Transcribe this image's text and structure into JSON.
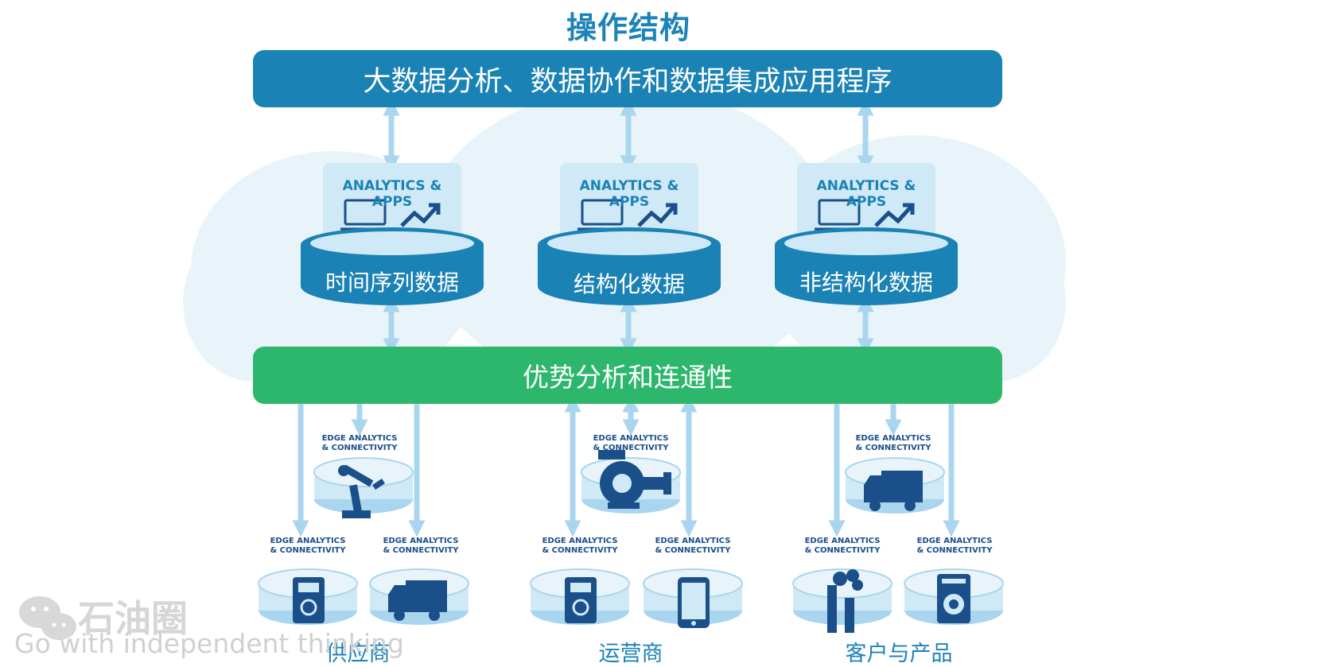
{
  "title": "操作结构",
  "top_bar": {
    "label": "大数据分析、数据协作和数据集成应用程序"
  },
  "middle_bar": {
    "label": "优势分析和连通性"
  },
  "data_columns": [
    {
      "card_title": "ANALYTICS & APPS",
      "db_label": "时间序列数据"
    },
    {
      "card_title": "ANALYTICS & APPS",
      "db_label": "结构化数据"
    },
    {
      "card_title": "ANALYTICS & APPS",
      "db_label": "非结构化数据"
    }
  ],
  "edge": {
    "line1": "EDGE ANALYTICS",
    "line2": "& CONNECTIVITY"
  },
  "groups": [
    {
      "label": "供应商",
      "center_icon": "robot-arm-icon",
      "left_icon": "meter-icon",
      "right_icon": "truck-icon"
    },
    {
      "label": "运营商",
      "center_icon": "pump-icon",
      "left_icon": "meter-icon",
      "right_icon": "phone-icon"
    },
    {
      "label": "客户与产品",
      "center_icon": "truck-icon",
      "left_icon": "factory-icon",
      "right_icon": "washing-machine-icon"
    }
  ],
  "watermark": {
    "name": "石油圈",
    "slogan": "Go with independent thinking",
    "icon": "wechat-icon"
  },
  "colors": {
    "primary_blue": "#1a82b5",
    "green": "#2cb76d",
    "light_blue": "#cfe9f6",
    "cloud": "#e8f4fa"
  }
}
